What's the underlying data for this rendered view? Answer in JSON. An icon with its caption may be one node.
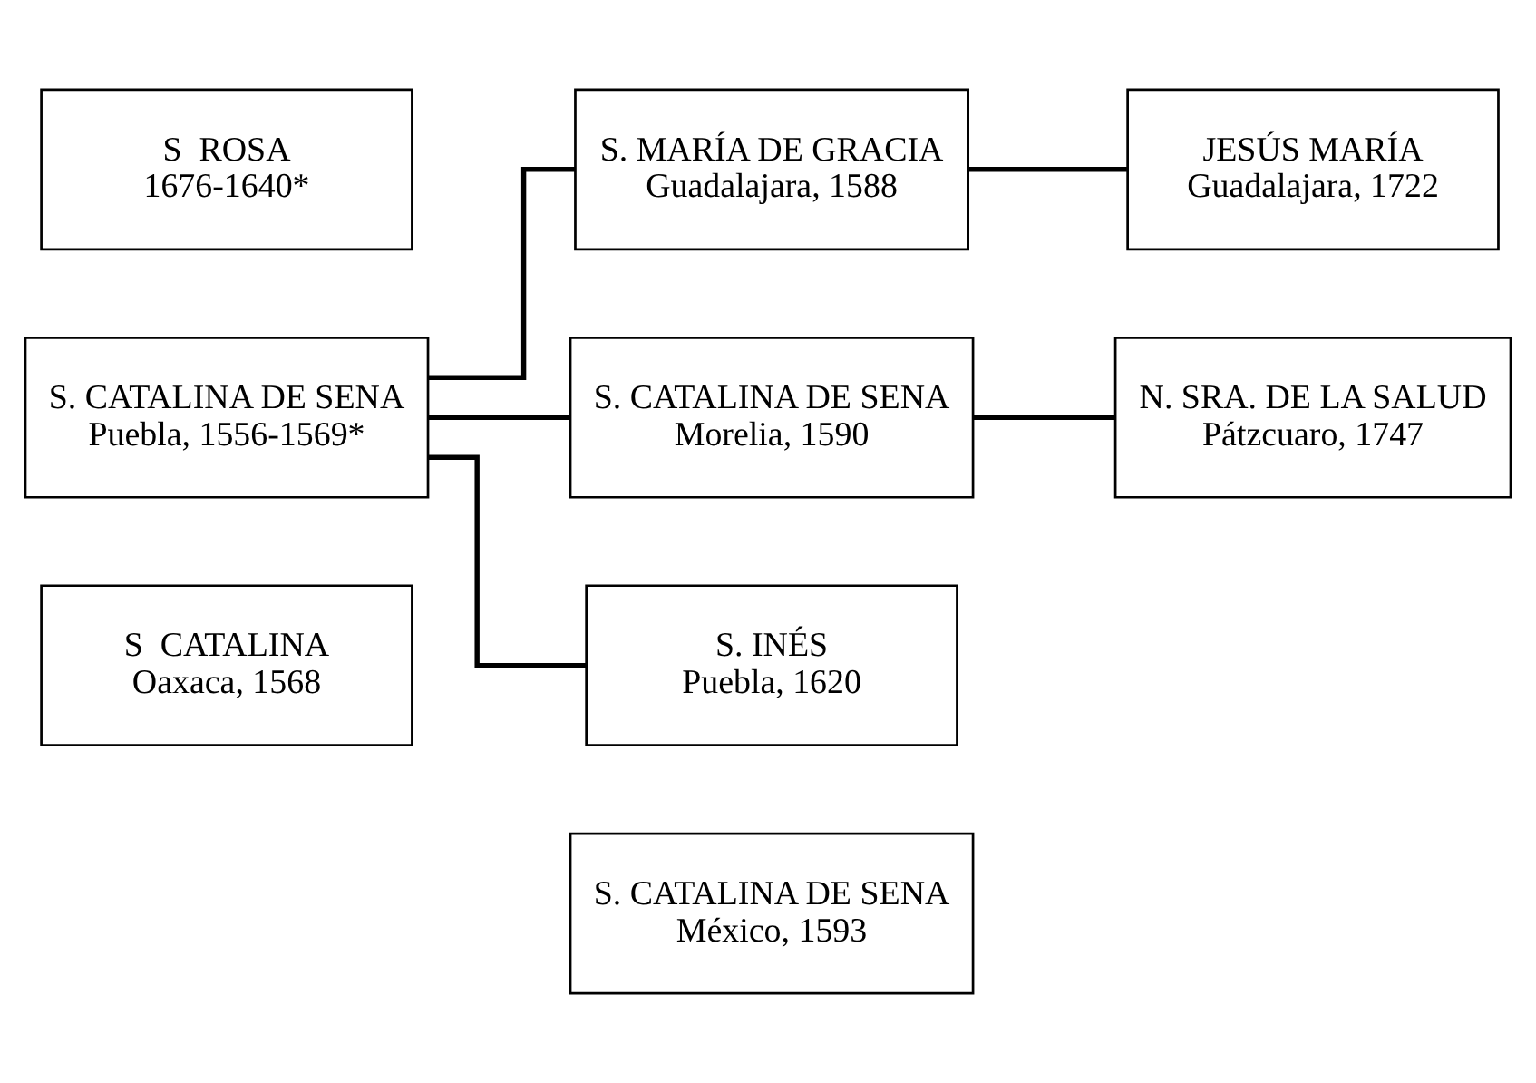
{
  "diagram": {
    "nodes": [
      {
        "text": [
          "S  CATALINA",
          "Oaxaca, 1568"
        ]
      },
      {
        "text": [
          "S. CATALINA DE SENA",
          "México, 1593"
        ]
      },
      {
        "text": [
          "S. MARÍA DE GRACIA",
          "Guadalajara, 1588"
        ]
      },
      {
        "text": [
          "JESÚS MARÍA",
          "Guadalajara, 1722"
        ]
      },
      {
        "text": [
          "S. CATALINA DE SENA",
          "Puebla, 1556-1569*"
        ]
      },
      {
        "text": [
          "S. CATALINA DE SENA",
          "Morelia, 1590"
        ]
      },
      {
        "text": [
          "N. SRA. DE LA SALUD",
          "Pátzcuaro, 1747"
        ]
      },
      {
        "text": [
          "S. INÉS",
          "Puebla, 1620"
        ]
      },
      {
        "text": [
          "S  ROSA",
          "1676-1640*"
        ]
      }
    ],
    "edges": [
      {
        "from": 4,
        "to": 2,
        "arrow": "none"
      },
      {
        "from": 4,
        "to": 5,
        "arrow": "none"
      },
      {
        "from": 4,
        "to": 7,
        "arrow": "none"
      },
      {
        "from": 2,
        "to": 3,
        "arrow": "none"
      },
      {
        "from": 5,
        "to": 6,
        "arrow": "none"
      }
    ]
  }
}
